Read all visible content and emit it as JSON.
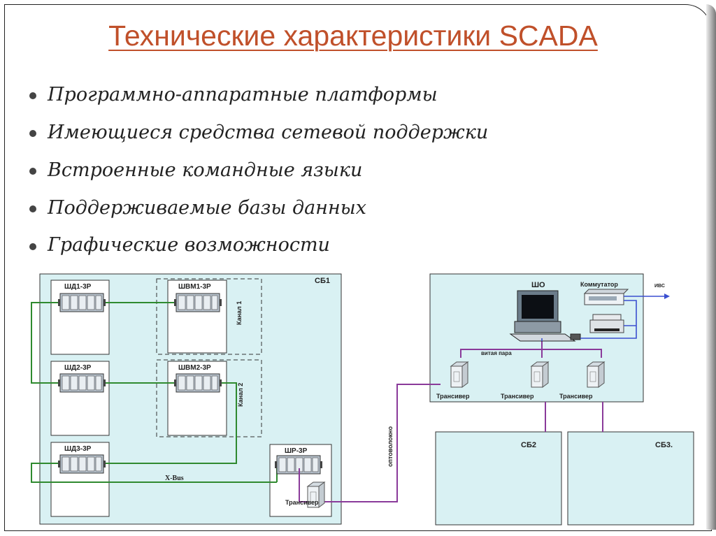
{
  "slide": {
    "title": "Технические характеристики SCADA",
    "bullets": [
      "Программно-аппаратные платформы",
      "Имеющиеся средства сетевой поддержки",
      "Встроенные командные языки",
      "Поддерживаемые базы данных",
      "Графические возможности"
    ]
  },
  "diagram": {
    "sb1": "СБ1",
    "sb2": "СБ2",
    "sb3": "СБ3.",
    "sho": "ШО",
    "modules": {
      "shd1": "ШД1-3Р",
      "shd2": "ШД2-3Р",
      "shd3": "ШД3-3Р",
      "shvm1": "ШВМ1-3Р",
      "shvm2": "ШВМ2-3Р",
      "shr": "ШР-3Р"
    },
    "channel1": "Канал 1",
    "channel2": "Канал 2",
    "xbus": "X-Bus",
    "optic": "оптоволокно",
    "twisted_pair": "витая пара",
    "switch": "Коммутатор",
    "ivs": "ИВС",
    "transceiver": "Трансивер",
    "colors": {
      "panel": "#d9f1f3",
      "green_line": "#2f8a2f",
      "purple_line": "#8a3a9a",
      "blue_line": "#3a4fd0",
      "title": "#c0502a"
    }
  }
}
